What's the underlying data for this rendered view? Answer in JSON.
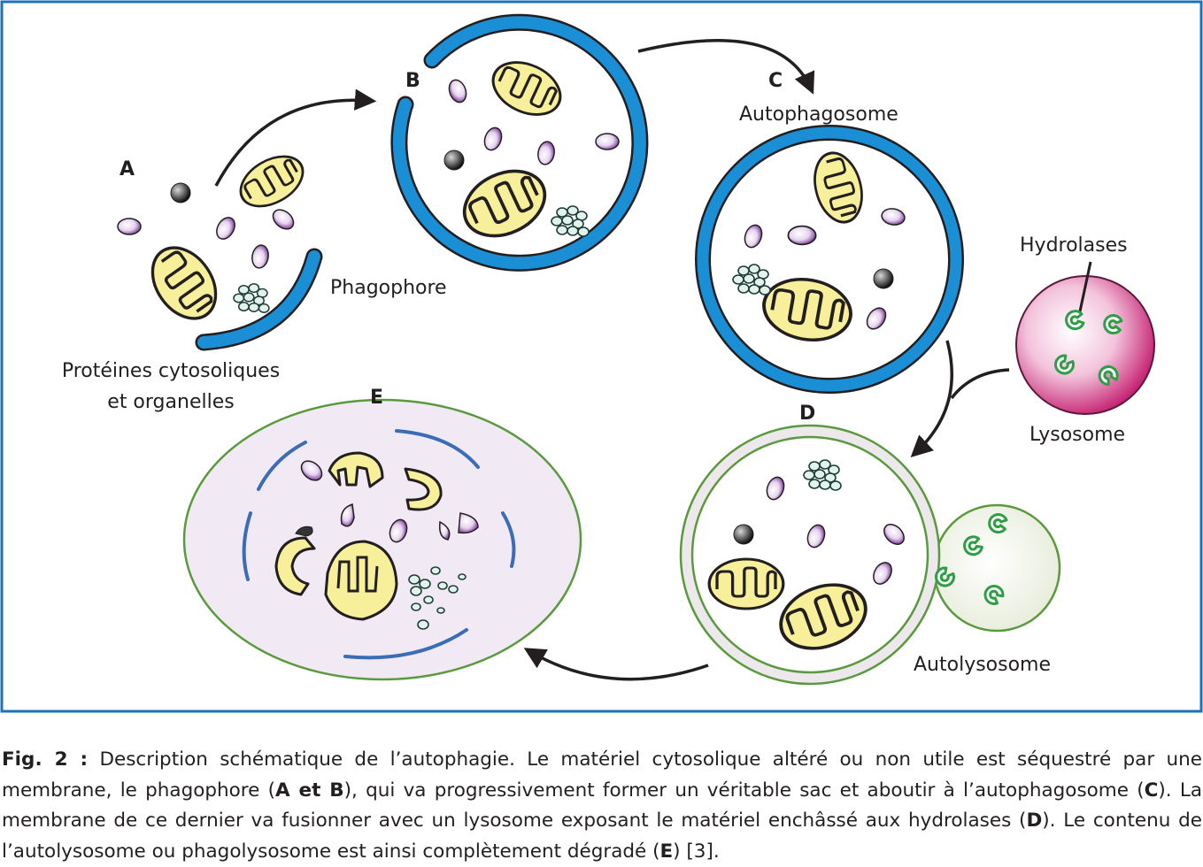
{
  "labels": {
    "A": "A",
    "B": "B",
    "C": "C",
    "D": "D",
    "E": "E",
    "phagophore": "Phagophore",
    "autophagosome": "Autophagosome",
    "hydrolases": "Hydrolases",
    "lysosome": "Lysosome",
    "autolysosome": "Autolysosome",
    "proteins_line1": "Protéines cytosoliques",
    "proteins_line2": "et organelles"
  },
  "caption": {
    "fig_label": "Fig. 2 :",
    "t1": " Description schématique de l’autophagie. Le matériel cytosolique altéré ou non utile est séquestré par une membrane, le phagophore (",
    "b1": "A et B",
    "t2": "), qui va progressivement former un véritable sac et aboutir à l’auto­phagosome (",
    "b2": "C",
    "t3": "). La membrane de ce dernier va fusionner avec un lysosome exposant le matériel enchâssé aux hydrolases (",
    "b3": "D",
    "t4": "). Le contenu de l’autolysosome ou phagolysosome est ainsi complètement dégradé (",
    "b4": "E",
    "t5": ") [3]."
  },
  "colors": {
    "frame": "#1e73b8",
    "membrane": "#1a8fd6",
    "mitochondria": "#f7ef9a",
    "vesicle": "#b98ac9",
    "lysosome": "#d4307f",
    "autolysosome_membrane": "#5a9a3e",
    "degradation_fill": "#f1e9f4",
    "hydrolase": "#4caf50"
  }
}
